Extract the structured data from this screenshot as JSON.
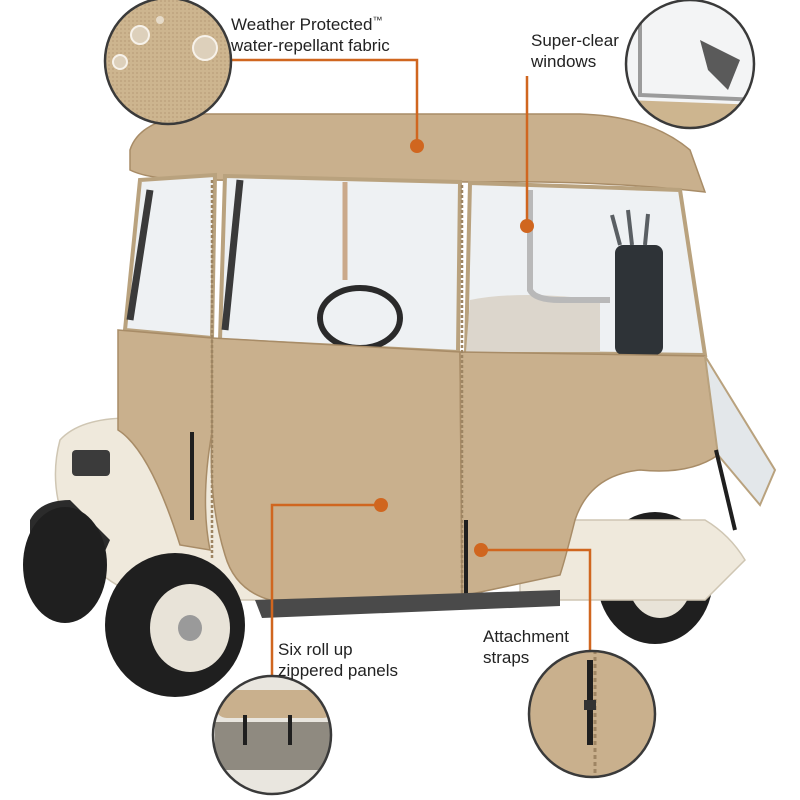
{
  "callouts": {
    "weather": {
      "line1": "Weather Protected",
      "trademark": "™",
      "line2": "water-repellant fabric"
    },
    "windows": {
      "line1": "Super-clear",
      "line2": "windows"
    },
    "panels": {
      "line1": "Six roll up",
      "line2": "zippered panels"
    },
    "straps": {
      "line1": "Attachment",
      "line2": "straps"
    }
  },
  "colors": {
    "accent": "#d0661f",
    "fabric": "#c9b08d",
    "fabric_dark": "#a88c67",
    "window": "#eef1f3",
    "frame": "#3a3a3a",
    "cart_body": "#efe9dc",
    "tire": "#1f1f1f"
  }
}
